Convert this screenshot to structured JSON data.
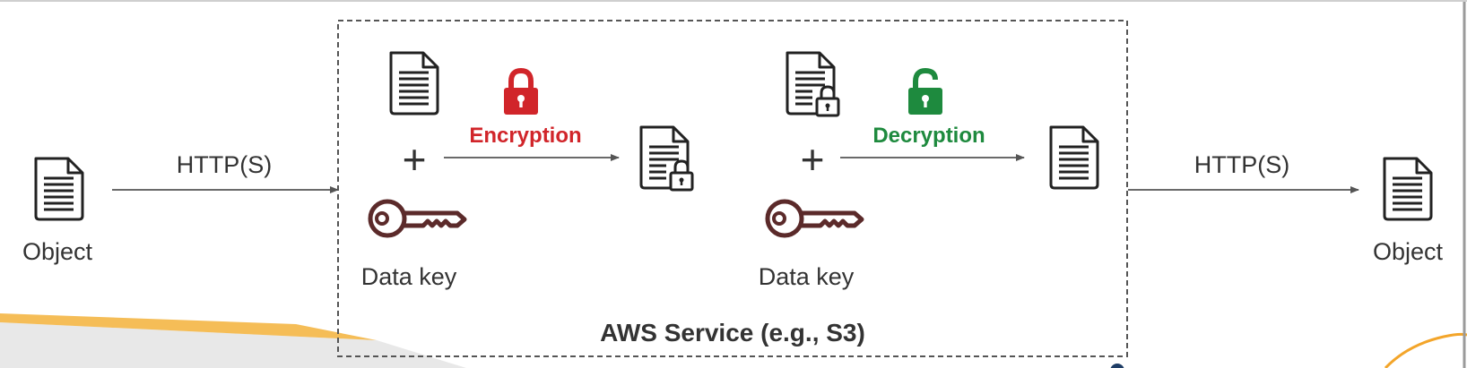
{
  "labels": {
    "object_left": "Object",
    "object_right": "Object",
    "http_left": "HTTP(S)",
    "http_right": "HTTP(S)",
    "data_key_1": "Data key",
    "data_key_2": "Data key",
    "encryption": "Encryption",
    "decryption": "Decryption",
    "service": "AWS Service (e.g., S3)",
    "plus": "+"
  },
  "colors": {
    "encryption": "#d1252a",
    "decryption": "#1e8a3e",
    "key": "#5b2a2a",
    "text": "#333333",
    "arrow": "#555555",
    "dashed_border": "#555555"
  },
  "icons": [
    "document-icon",
    "locked-document-icon",
    "key-icon",
    "lock-closed-icon",
    "lock-open-icon"
  ]
}
